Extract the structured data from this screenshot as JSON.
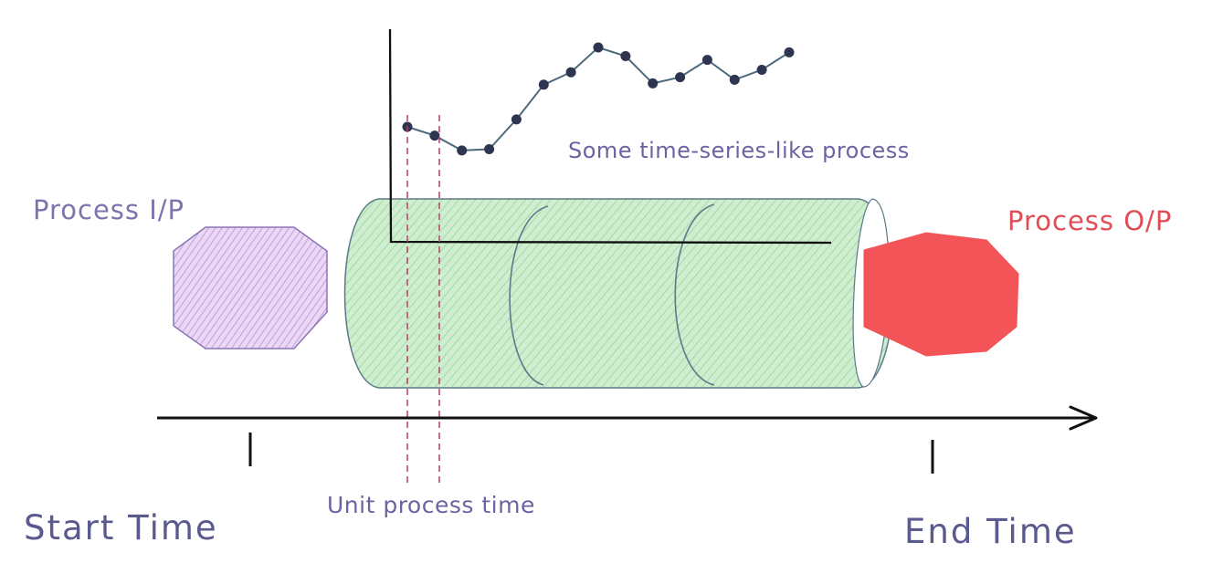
{
  "labels": {
    "process_input": "Process I/P",
    "process_output": "Process O/P",
    "series": "Some time-series-like process",
    "unit_time": "Unit process time",
    "start_time": "Start Time",
    "end_time": "End Time"
  },
  "colors": {
    "input_fill": "#c9a6e6",
    "input_stroke": "#8a76b3",
    "output_fill": "#f25458",
    "cylinder_fill": "#c9ebc9",
    "cylinder_stroke": "#5c7a8a",
    "series_line": "#4d6a7d",
    "series_point": "#2d3550",
    "axis": "#111111",
    "unit_marker": "#b24068"
  },
  "series": {
    "values": [
      0.36,
      0.29,
      0.17,
      0.18,
      0.42,
      0.7,
      0.8,
      1.0,
      0.93,
      0.71,
      0.76,
      0.9,
      0.74,
      0.82,
      0.96
    ]
  }
}
